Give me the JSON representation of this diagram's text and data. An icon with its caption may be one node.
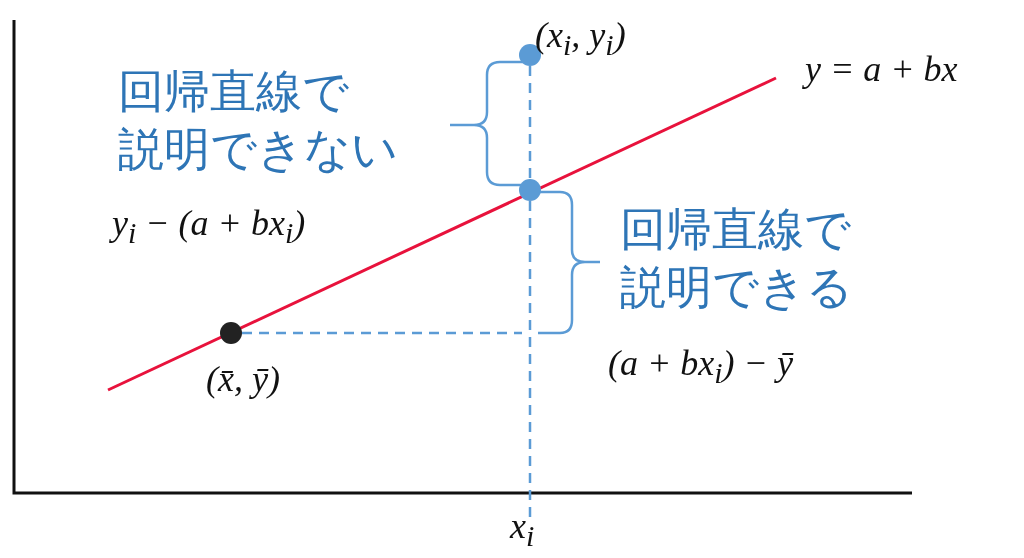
{
  "diagram": {
    "nodes": [
      {
        "text": [],
        "shape": "circle",
        "beside": [
          "(x$_{i}$,  y$_{i}$)"
        ]
      },
      {
        "text": [],
        "shape": "circle"
      },
      {
        "text": [],
        "shape": "circle",
        "beside": [
          "(x̄,  ȳ)"
        ]
      }
    ],
    "edges": [
      {
        "from": 0,
        "to": 1,
        "arrow": "none",
        "style": "dashed"
      },
      {
        "from": 2,
        "to": null,
        "arrow": "none",
        "style": "dashed"
      }
    ],
    "labels": [
      "y = a + bx",
      "回帰直線で説明できない",
      "y$_{i}$ − (a + bx$_{i}$)",
      "回帰直線で説明できる",
      "(a + bx$_{i}$) − ȳ",
      "x$_{i}$"
    ]
  }
}
